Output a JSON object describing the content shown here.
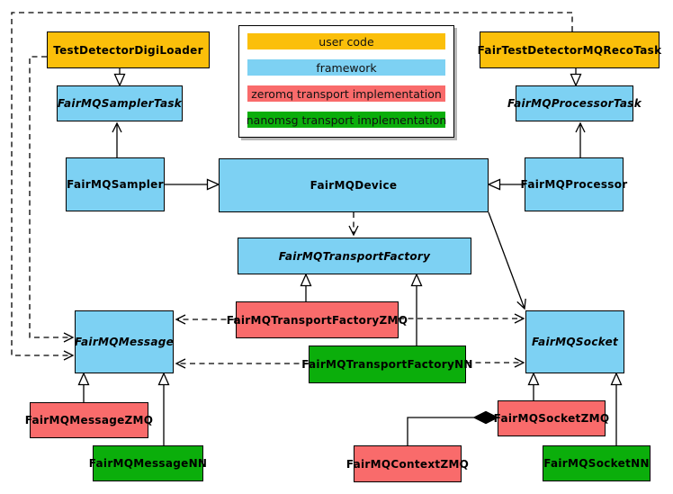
{
  "legend": {
    "items": [
      {
        "label": "user code",
        "color": "#FBBF0A"
      },
      {
        "label": "framework",
        "color": "#7DD1F3"
      },
      {
        "label": "zeromq transport implementation",
        "color": "#F96B6B"
      },
      {
        "label": "nanomsg transport implementation",
        "color": "#0BAE0B"
      }
    ]
  },
  "colors": {
    "user_code": "#FBBF0A",
    "framework": "#7DD1F3",
    "zeromq": "#F96B6B",
    "nanomsg": "#0BAE0B",
    "border": "#000000",
    "background": "#FFFFFF"
  },
  "nodes": {
    "testDetectorDigiLoader": {
      "label": "TestDetectorDigiLoader",
      "category": "user code",
      "abstract": false
    },
    "fairTestDetectorMQRecoTask": {
      "label": "FairTestDetectorMQRecoTask",
      "category": "user code",
      "abstract": false
    },
    "fairMQSamplerTask": {
      "label": "FairMQSamplerTask",
      "category": "framework",
      "abstract": true
    },
    "fairMQProcessorTask": {
      "label": "FairMQProcessorTask",
      "category": "framework",
      "abstract": true
    },
    "fairMQSampler": {
      "label": "FairMQSampler",
      "category": "framework",
      "abstract": false
    },
    "fairMQDevice": {
      "label": "FairMQDevice",
      "category": "framework",
      "abstract": false
    },
    "fairMQProcessor": {
      "label": "FairMQProcessor",
      "category": "framework",
      "abstract": false
    },
    "fairMQTransportFactory": {
      "label": "FairMQTransportFactory",
      "category": "framework",
      "abstract": true
    },
    "fairMQTransportFactoryZMQ": {
      "label": "FairMQTransportFactoryZMQ",
      "category": "zeromq",
      "abstract": false
    },
    "fairMQTransportFactoryNN": {
      "label": "FairMQTransportFactoryNN",
      "category": "nanomsg",
      "abstract": false
    },
    "fairMQMessage": {
      "label": "FairMQMessage",
      "category": "framework",
      "abstract": true
    },
    "fairMQSocket": {
      "label": "FairMQSocket",
      "category": "framework",
      "abstract": true
    },
    "fairMQMessageZMQ": {
      "label": "FairMQMessageZMQ",
      "category": "zeromq",
      "abstract": false
    },
    "fairMQMessageNN": {
      "label": "FairMQMessageNN",
      "category": "nanomsg",
      "abstract": false
    },
    "fairMQSocketZMQ": {
      "label": "FairMQSocketZMQ",
      "category": "zeromq",
      "abstract": false
    },
    "fairMQSocketNN": {
      "label": "FairMQSocketNN",
      "category": "nanomsg",
      "abstract": false
    },
    "fairMQContextZMQ": {
      "label": "FairMQContextZMQ",
      "category": "zeromq",
      "abstract": false
    }
  },
  "edges": [
    {
      "from": "TestDetectorDigiLoader",
      "to": "FairMQSamplerTask",
      "type": "inheritance"
    },
    {
      "from": "FairTestDetectorMQRecoTask",
      "to": "FairMQProcessorTask",
      "type": "inheritance"
    },
    {
      "from": "FairMQSampler",
      "to": "FairMQSamplerTask",
      "type": "arrow"
    },
    {
      "from": "FairMQProcessor",
      "to": "FairMQProcessorTask",
      "type": "arrow"
    },
    {
      "from": "FairMQSampler",
      "to": "FairMQDevice",
      "type": "inheritance"
    },
    {
      "from": "FairMQProcessor",
      "to": "FairMQDevice",
      "type": "inheritance"
    },
    {
      "from": "FairMQDevice",
      "to": "FairMQTransportFactory",
      "type": "dashed-arrow"
    },
    {
      "from": "FairMQDevice",
      "to": "FairMQSocket",
      "type": "arrow"
    },
    {
      "from": "FairMQTransportFactoryZMQ",
      "to": "FairMQTransportFactory",
      "type": "inheritance"
    },
    {
      "from": "FairMQTransportFactoryNN",
      "to": "FairMQTransportFactory",
      "type": "inheritance"
    },
    {
      "from": "FairMQTransportFactoryZMQ",
      "to": "FairMQMessage",
      "type": "dashed-arrow"
    },
    {
      "from": "FairMQTransportFactoryZMQ",
      "to": "FairMQSocket",
      "type": "dashed-arrow"
    },
    {
      "from": "FairMQTransportFactoryNN",
      "to": "FairMQMessage",
      "type": "dashed-arrow"
    },
    {
      "from": "FairMQTransportFactoryNN",
      "to": "FairMQSocket",
      "type": "dashed-arrow"
    },
    {
      "from": "TestDetectorDigiLoader",
      "to": "FairMQMessage",
      "type": "dashed-arrow"
    },
    {
      "from": "FairTestDetectorMQRecoTask",
      "to": "FairMQMessage",
      "type": "dashed-arrow"
    },
    {
      "from": "FairMQMessageZMQ",
      "to": "FairMQMessage",
      "type": "inheritance"
    },
    {
      "from": "FairMQMessageNN",
      "to": "FairMQMessage",
      "type": "inheritance"
    },
    {
      "from": "FairMQSocketZMQ",
      "to": "FairMQSocket",
      "type": "inheritance"
    },
    {
      "from": "FairMQSocketNN",
      "to": "FairMQSocket",
      "type": "inheritance"
    },
    {
      "from": "FairMQContextZMQ",
      "to": "FairMQSocketZMQ",
      "type": "composition"
    }
  ]
}
